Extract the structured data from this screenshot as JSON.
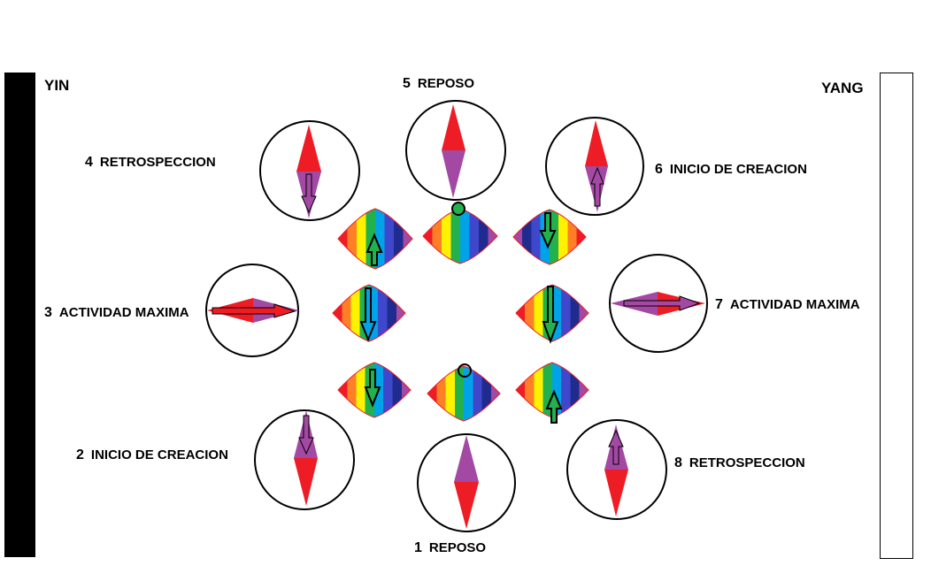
{
  "sides": {
    "yin": "YIN",
    "yang": "YANG"
  },
  "colors": {
    "red": "#ee1c24",
    "purple": "#a349a4",
    "yin": "#000000",
    "yang": "#ffffff"
  },
  "rainbow": [
    "#ee1c24",
    "#ff7f27",
    "#fff200",
    "#22b14c",
    "#00a2e8",
    "#3f48cc",
    "#1f2b8e",
    "#a349a4"
  ],
  "stages": [
    {
      "num": "1",
      "text": "REPOSO"
    },
    {
      "num": "2",
      "text": "INICIO DE  CREACION"
    },
    {
      "num": "3",
      "text": "ACTIVIDAD MAXIMA"
    },
    {
      "num": "4",
      "text": "RETROSPECCION"
    },
    {
      "num": "5",
      "text": "REPOSO"
    },
    {
      "num": "6",
      "text": "INICIO DE  CREACION"
    },
    {
      "num": "7",
      "text": "ACTIVIDAD MAXIMA"
    },
    {
      "num": "8",
      "text": "RETROSPECCION"
    }
  ]
}
